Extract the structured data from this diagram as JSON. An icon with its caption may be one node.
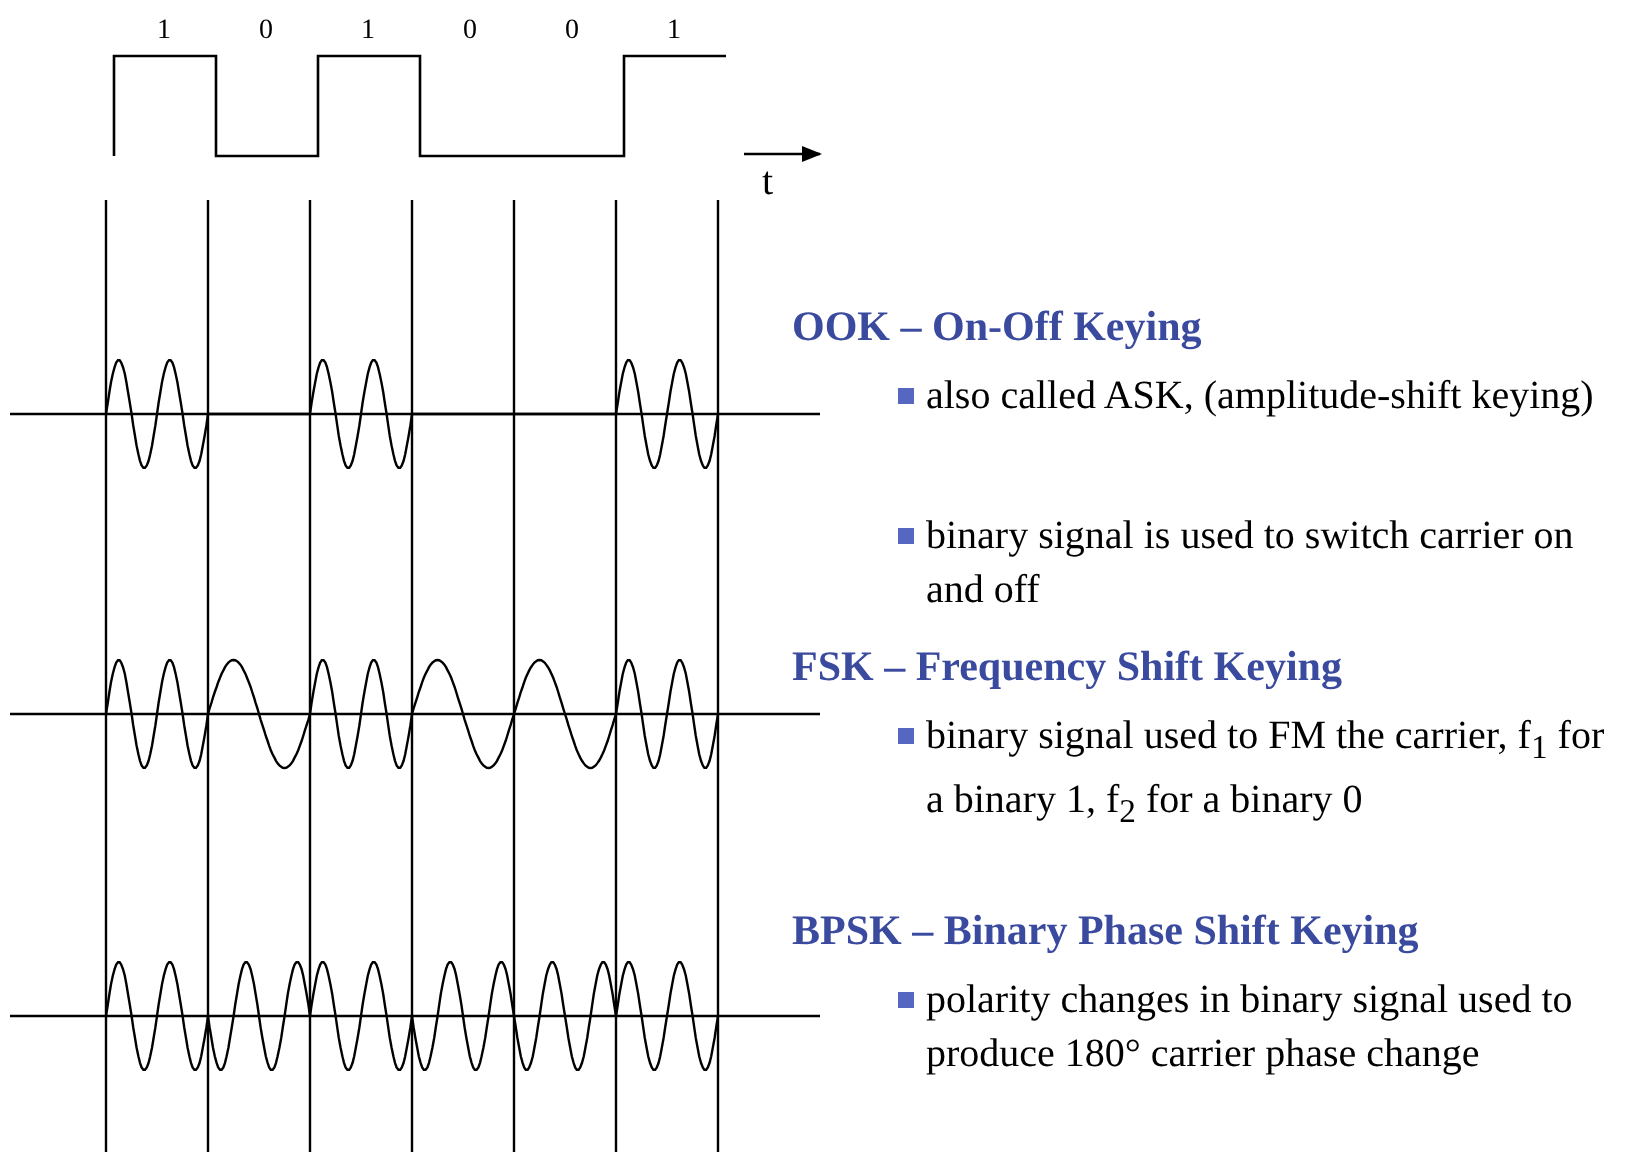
{
  "diagram": {
    "labels": [
      "1",
      "0",
      "1",
      "0",
      "0",
      "1",
      "t",
      "OOK – On-Off Keying",
      "also called ASK, (amplitude-shift keying)",
      "binary signal is used to switch carrier on and off",
      "FSK – Frequency Shift Keying",
      "binary signal used to FM the carrier, f$_{1}$ for a binary 1, f$_{2}$ for a binary 0",
      "BPSK – Binary Phase Shift Keying",
      "polarity changes in binary signal used to produce 180° carrier phase change"
    ]
  }
}
